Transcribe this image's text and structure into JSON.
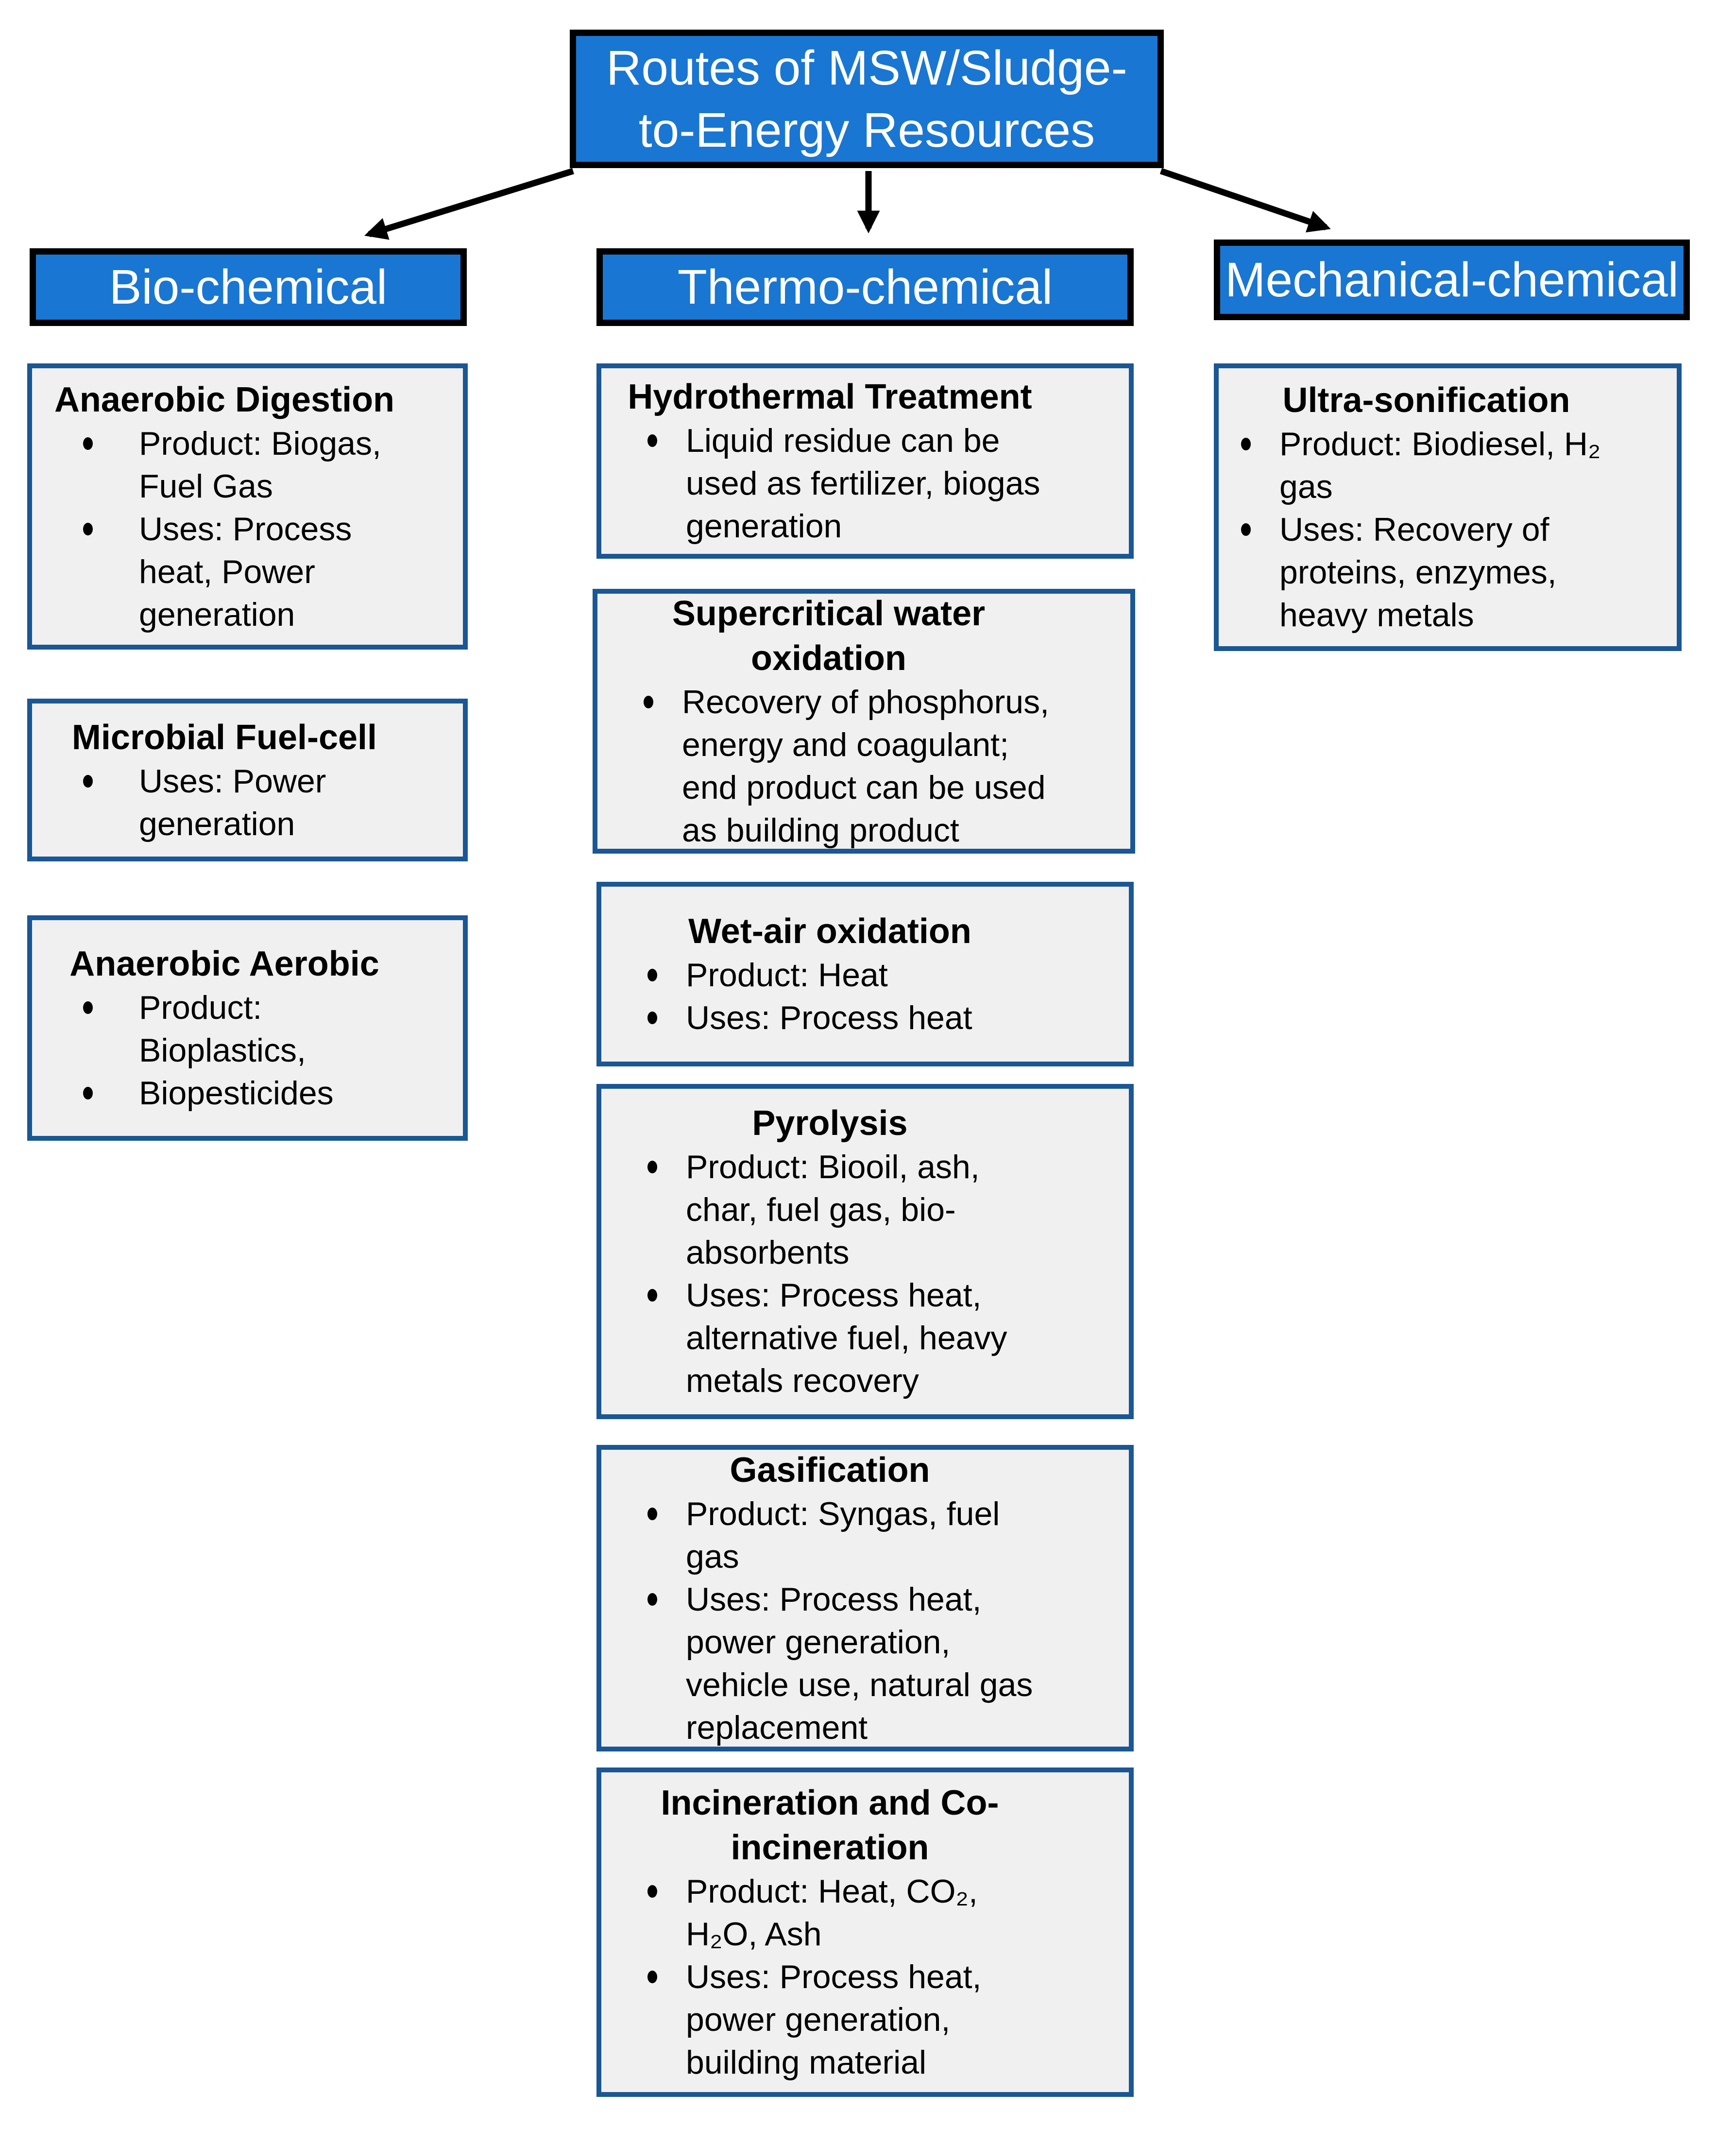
{
  "title": {
    "line1": "Routes of MSW/Sludge-",
    "line2": "to-Energy Resources"
  },
  "columns": [
    {
      "header": "Bio-chemical",
      "boxes": [
        {
          "title": "Anaerobic Digestion",
          "bullets": [
            "Product: Biogas, Fuel Gas",
            "Uses: Process heat, Power generation"
          ]
        },
        {
          "title": "Microbial Fuel-cell",
          "bullets": [
            "Uses: Power generation"
          ]
        },
        {
          "title": "Anaerobic Aerobic",
          "bullets": [
            "Product: Bioplastics,",
            "Biopesticides"
          ]
        }
      ]
    },
    {
      "header": "Thermo-chemical",
      "boxes": [
        {
          "title": "Hydrothermal Treatment",
          "bullets": [
            "Liquid residue can be used as fertilizer, biogas generation"
          ]
        },
        {
          "title": "Supercritical water oxidation",
          "bullets": [
            "Recovery of phosphorus, energy and coagulant; end product can be used as building product"
          ]
        },
        {
          "title": "Wet-air oxidation",
          "bullets": [
            "Product: Heat",
            "Uses: Process heat"
          ]
        },
        {
          "title": "Pyrolysis",
          "bullets": [
            "Product: Biooil, ash, char, fuel gas, bio-absorbents",
            "Uses: Process heat, alternative fuel, heavy metals recovery"
          ]
        },
        {
          "title": "Gasification",
          "bullets": [
            "Product: Syngas, fuel gas",
            "Uses: Process heat, power generation, vehicle use, natural gas replacement"
          ]
        },
        {
          "title": "Incineration and Co-incineration",
          "bullets": [
            "Product: Heat, CO₂, H₂O, Ash",
            "Uses: Process heat, power generation, building material"
          ]
        }
      ]
    },
    {
      "header": "Mechanical-chemical",
      "boxes": [
        {
          "title": "Ultra-sonification",
          "bullets": [
            "Product: Biodiesel, H₂ gas",
            "Uses: Recovery of proteins, enzymes, heavy metals"
          ]
        }
      ]
    }
  ],
  "colors": {
    "header_fill": "#1976D2",
    "header_border": "#000000",
    "card_border": "#1A5794",
    "card_fill": "#F0F0F0",
    "arrow": "#000000"
  }
}
